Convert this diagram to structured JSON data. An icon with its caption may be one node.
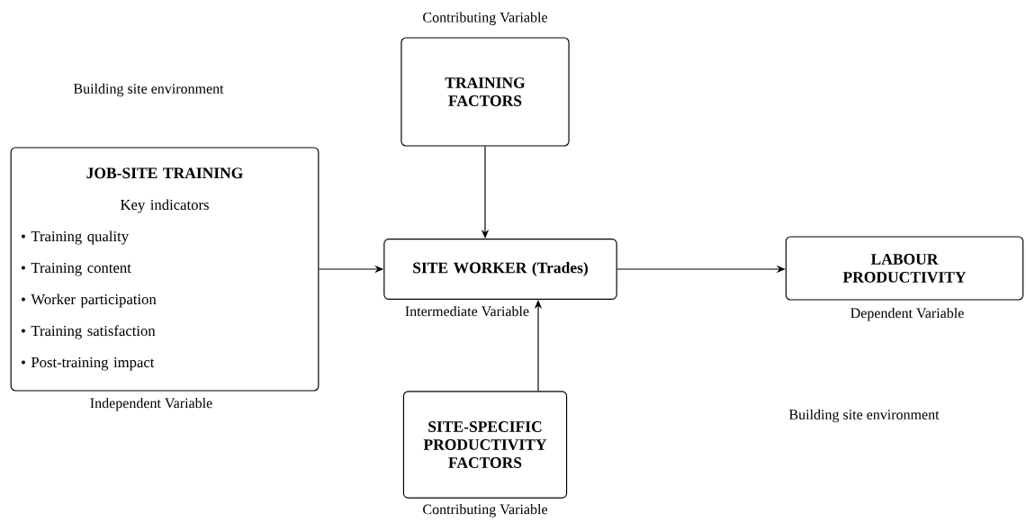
{
  "diagram": {
    "nodes": [
      {
        "text": [
          "TRAINING FACTORS"
        ],
        "beside": [
          "Contributing Variable"
        ]
      },
      {
        "text": [
          "JOB-SITE TRAINING",
          "Key indicators",
          "• Training quality",
          "• Training content",
          "• Worker participation",
          "• Training satisfaction",
          "• Post-training impact"
        ],
        "beside": [
          "Independent Variable"
        ]
      },
      {
        "text": [
          "SITE WORKER (Trades)"
        ],
        "beside": [
          "Intermediate Variable"
        ]
      },
      {
        "text": [
          "LABOUR PRODUCTIVITY"
        ],
        "beside": [
          "Dependent Variable"
        ]
      },
      {
        "text": [
          "SITE-SPECIFIC PRODUCTIVITY FACTORS"
        ],
        "beside": [
          "Contributing Variable"
        ]
      }
    ],
    "edges": [
      {
        "from": 0,
        "to": 2,
        "arrow": "to"
      },
      {
        "from": 1,
        "to": 2,
        "arrow": "to"
      },
      {
        "from": 2,
        "to": 3,
        "arrow": "to"
      },
      {
        "from": 4,
        "to": 2,
        "arrow": "to"
      }
    ],
    "labels": [
      "Building site environment",
      "Building site environment"
    ]
  }
}
